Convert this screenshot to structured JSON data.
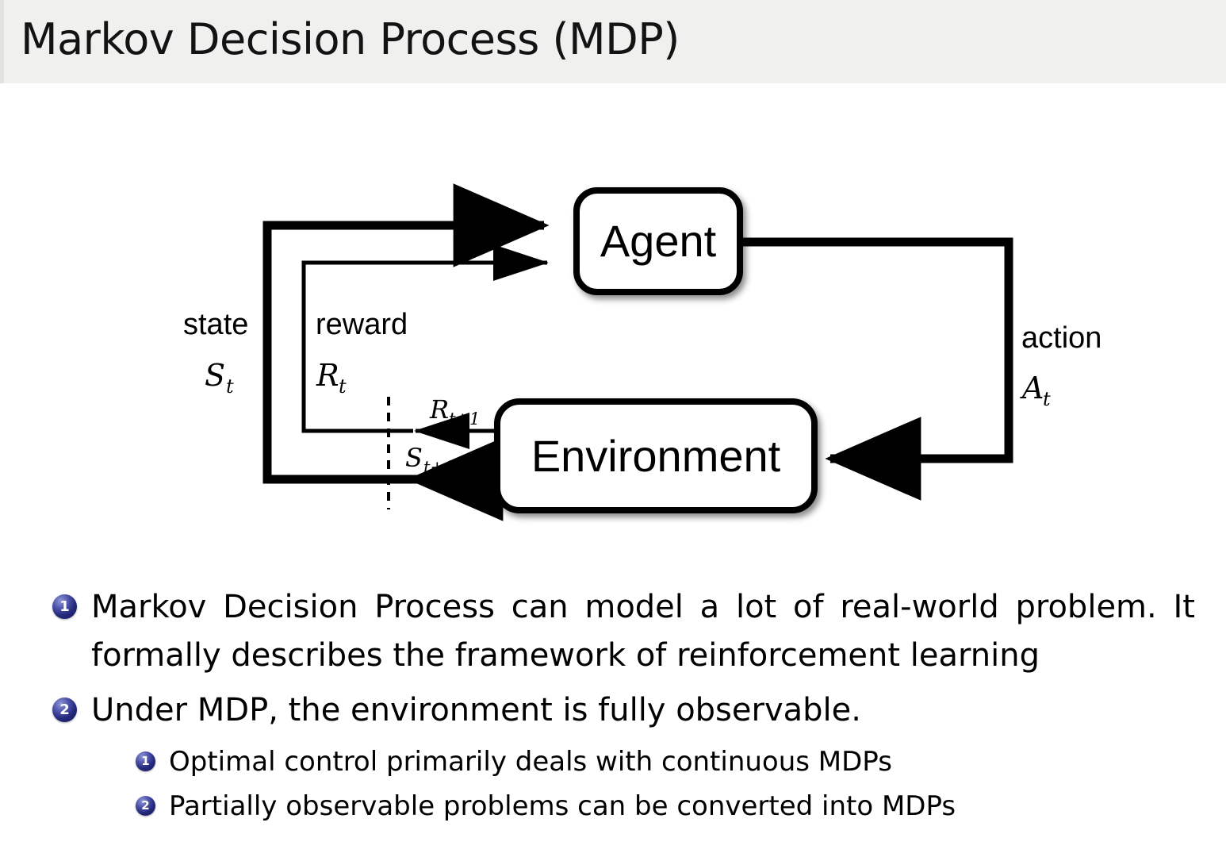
{
  "slide": {
    "title": "Markov Decision Process (MDP)",
    "header_bg": "#f0f0ef",
    "background": "#ffffff",
    "text_color": "#000000",
    "bullet_marker_color": "#23277a"
  },
  "diagram": {
    "name": "agent-environment-interaction-loop",
    "nodes": {
      "agent": "Agent",
      "environment": "Environment"
    },
    "edge_labels": {
      "state_word": "state",
      "state_symbol": "S",
      "state_symbol_sub": "t",
      "reward_word": "reward",
      "reward_symbol": "R",
      "reward_symbol_sub": "t",
      "action_word": "action",
      "action_symbol": "A",
      "action_symbol_sub": "t",
      "next_reward_symbol": "R",
      "next_reward_sub": "t+1",
      "next_state_symbol": "S",
      "next_state_sub": "t+1"
    }
  },
  "bullets": [
    {
      "number": "1",
      "level": 1,
      "text": "Markov Decision Process can model a lot of real-world problem. It formally describes the framework of reinforcement learning"
    },
    {
      "number": "2",
      "level": 1,
      "text": "Under MDP, the environment is fully observable."
    },
    {
      "number": "1",
      "level": 2,
      "text": "Optimal control primarily deals with continuous MDPs"
    },
    {
      "number": "2",
      "level": 2,
      "text": "Partially observable problems can be converted into MDPs"
    }
  ]
}
